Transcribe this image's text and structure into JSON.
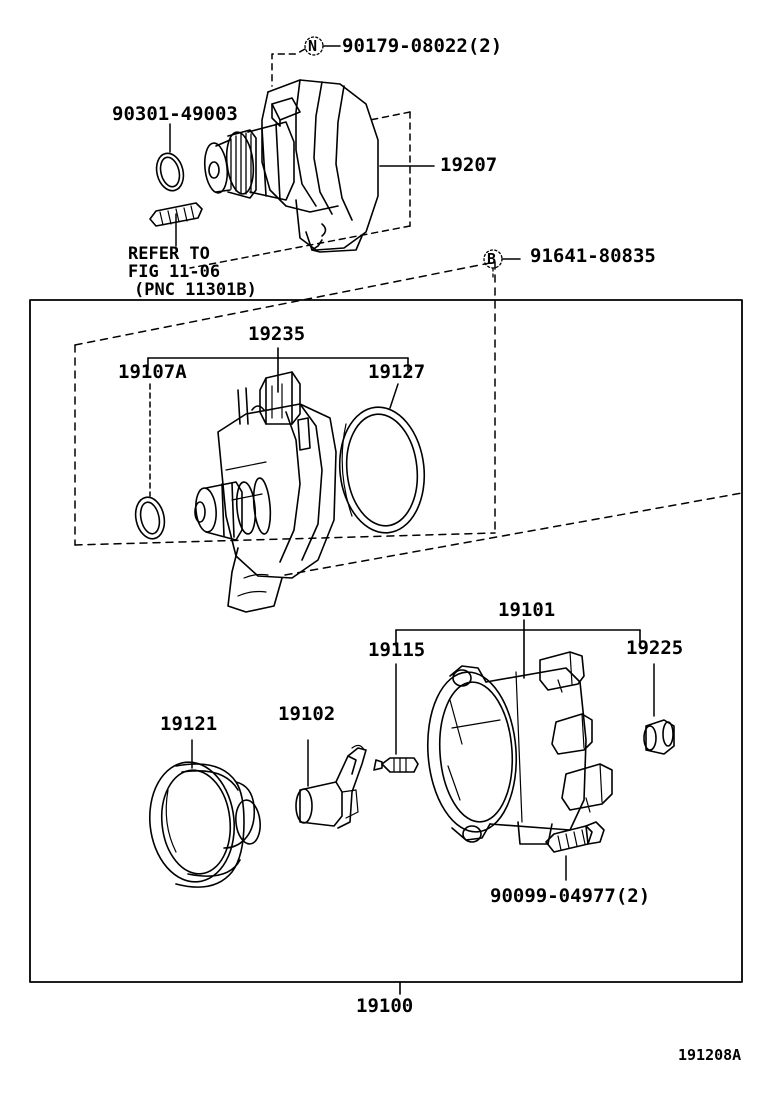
{
  "figure": {
    "corner_code": "191208A",
    "group_number": "19100",
    "title_note": ""
  },
  "top_assembly": {
    "callouts": [
      {
        "id": "bolt-90179",
        "text": "90179-08022(2)",
        "marker": "N"
      },
      {
        "id": "oring-90301",
        "text": "90301-49003",
        "marker": ""
      },
      {
        "id": "housing-19207",
        "text": "19207",
        "marker": ""
      }
    ],
    "refer_note": {
      "line1": "REFER TO",
      "line2": "FIG 11-06",
      "line3": "(PNC 11301B)"
    }
  },
  "mid_assembly": {
    "callouts": [
      {
        "id": "bolt-91641",
        "text": "91641-80835",
        "marker": "B"
      },
      {
        "id": "sensor-19235",
        "text": "19235",
        "marker": ""
      },
      {
        "id": "oring-19107a",
        "text": "19107A",
        "marker": ""
      },
      {
        "id": "oring-19127",
        "text": "19127",
        "marker": ""
      }
    ]
  },
  "lower_assembly": {
    "callouts": [
      {
        "id": "cap-19101",
        "text": "19101",
        "marker": ""
      },
      {
        "id": "screw-19115",
        "text": "19115",
        "marker": ""
      },
      {
        "id": "bushing-19225",
        "text": "19225",
        "marker": ""
      },
      {
        "id": "cover-19121",
        "text": "19121",
        "marker": ""
      },
      {
        "id": "rotor-19102",
        "text": "19102",
        "marker": ""
      },
      {
        "id": "bolt-90099",
        "text": "90099-04977(2)",
        "marker": ""
      }
    ]
  },
  "colors": {
    "ink": "#000000",
    "paper": "#ffffff"
  }
}
